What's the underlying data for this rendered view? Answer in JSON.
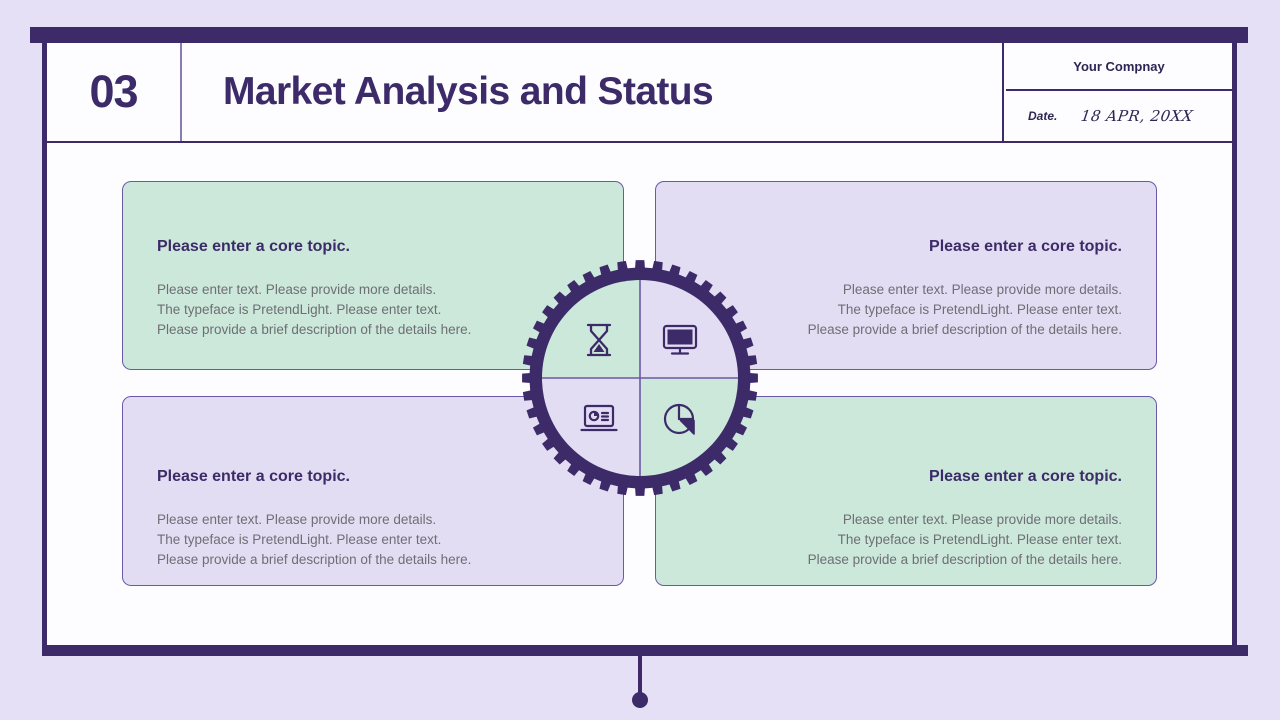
{
  "theme": {
    "accent_purple": "#3d2b69",
    "green_card": "#cbe8da",
    "lavender_card": "#e3ddf3",
    "page_background": "#e6e0f7",
    "sheet_background": "#fdfdff",
    "body_text": "#6e6e75"
  },
  "header": {
    "section_number": "03",
    "title": "Market Analysis and Status",
    "company": "Your Compnay",
    "date_label": "Date.",
    "date_value": "18 APR, 20XX"
  },
  "cards": [
    {
      "position": "top-left",
      "style": "green",
      "align": "left",
      "heading": "Please enter a core topic.",
      "body_lines": [
        "Please enter text. Please provide more details.",
        "The typeface is PretendLight. Please enter text.",
        "Please provide a brief description of the details here."
      ]
    },
    {
      "position": "top-right",
      "style": "lavender",
      "align": "right",
      "heading": "Please enter a core topic.",
      "body_lines": [
        "Please enter text. Please provide more details.",
        "The typeface is PretendLight. Please enter text.",
        "Please provide a brief description of the details here."
      ]
    },
    {
      "position": "bottom-left",
      "style": "lavender",
      "align": "left",
      "heading": "Please enter a core topic.",
      "body_lines": [
        "Please enter text. Please provide more details.",
        "The typeface is PretendLight. Please enter text.",
        "Please provide a brief description of the details here."
      ]
    },
    {
      "position": "bottom-right",
      "style": "green",
      "align": "right",
      "heading": "Please enter a core topic.",
      "body_lines": [
        "Please enter text. Please provide more details.",
        "The typeface is PretendLight. Please enter text.",
        "Please provide a brief description of the details here."
      ]
    }
  ],
  "center_graphic": {
    "shape": "gear-wheel",
    "quadrants": [
      {
        "position": "top-left",
        "fill": "#cbe8da",
        "icon": "hourglass-icon"
      },
      {
        "position": "top-right",
        "fill": "#e3ddf3",
        "icon": "monitor-icon"
      },
      {
        "position": "bottom-left",
        "fill": "#e3ddf3",
        "icon": "laptop-presentation-icon"
      },
      {
        "position": "bottom-right",
        "fill": "#cbe8da",
        "icon": "pie-chart-icon"
      }
    ]
  }
}
